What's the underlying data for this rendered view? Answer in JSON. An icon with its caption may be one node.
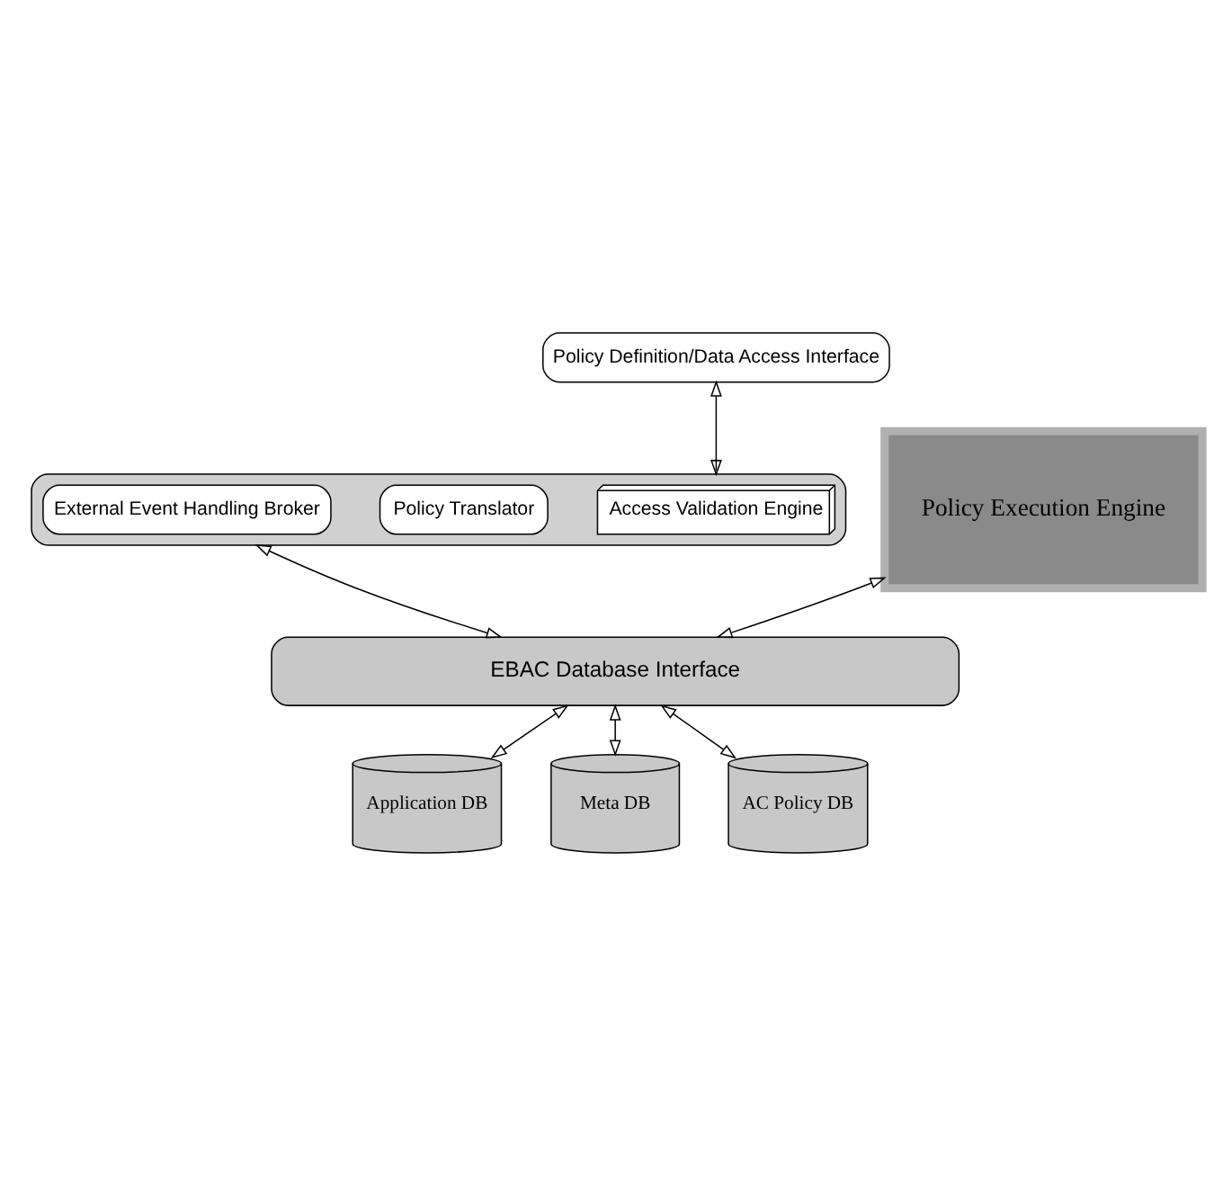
{
  "diagram": {
    "nodes": [
      {
        "text": [
          "Policy Definition/Data Access Interface"
        ]
      },
      {
        "text": [],
        "shape": "box"
      },
      {
        "text": [
          "Access Validation Engine"
        ],
        "in": 1
      },
      {
        "text": [
          "Policy Translator"
        ],
        "in": 1
      },
      {
        "text": [
          "External Event Handling Broker"
        ],
        "in": 1
      },
      {
        "text": [
          "Policy Execution Engine"
        ]
      },
      {
        "text": [
          "EBAC Database Interface"
        ]
      },
      {
        "text": [
          "Application DB"
        ]
      },
      {
        "text": [
          "Meta DB"
        ]
      },
      {
        "text": [
          "AC Policy DB"
        ]
      }
    ],
    "edges": [
      {
        "from": 0,
        "to": 1,
        "arrow": "both"
      },
      {
        "from": 1,
        "to": 6,
        "arrow": "both"
      },
      {
        "from": 5,
        "to": 6,
        "arrow": "both"
      },
      {
        "from": 6,
        "to": 7,
        "arrow": "both"
      },
      {
        "from": 6,
        "to": 8,
        "arrow": "both"
      },
      {
        "from": 6,
        "to": 9,
        "arrow": "both"
      }
    ]
  }
}
